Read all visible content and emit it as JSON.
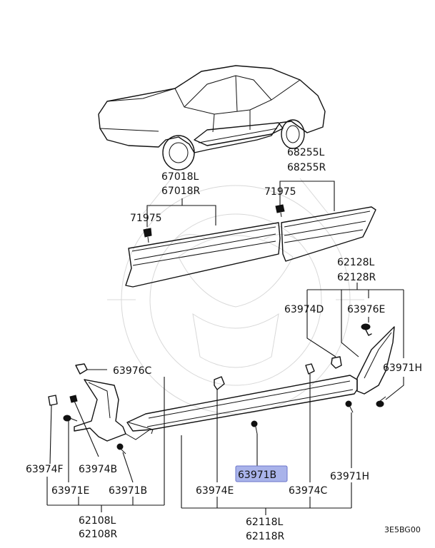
{
  "labels": {
    "p67018l": "67018L",
    "p67018r": "67018R",
    "p71975a": "71975",
    "p71975b": "71975",
    "p68255l": "68255L",
    "p68255r": "68255R",
    "p62128l": "62128L",
    "p62128r": "62128R",
    "p63974d": "63974D",
    "p63976e": "63976E",
    "p63971h_top": "63971H",
    "p63976c": "63976C",
    "p63974f": "63974F",
    "p63974b": "63974B",
    "p63971e": "63971E",
    "p63971b_side": "63971B",
    "p63971b_center": "63971B",
    "p63974e": "63974E",
    "p63974c": "63974C",
    "p63971h_bottom": "63971H",
    "p62108l": "62108L",
    "p62108r": "62108R",
    "p62118l": "62118L",
    "p62118r": "62118R",
    "diagram_code": "3E5BG00"
  },
  "colors": {
    "line": "#111111",
    "highlight_fill": "#a9b3ea",
    "highlight_stroke": "#6b74c9",
    "watermark": "#d8d8d8"
  }
}
